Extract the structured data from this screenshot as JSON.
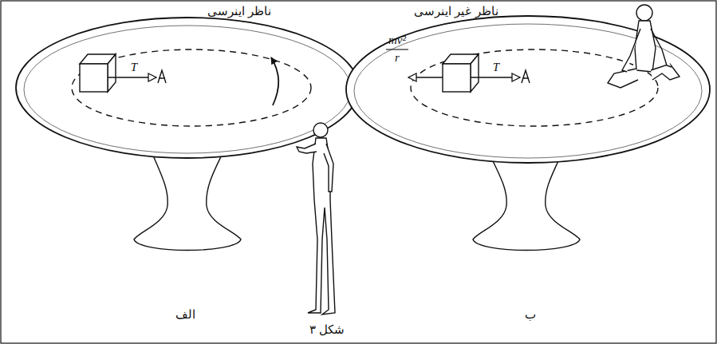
{
  "diagram": {
    "caption": "شکل ۳",
    "labels": [
      "ناظر اینرسی",
      "ناظر غیر اینرسی",
      "T",
      "mv²",
      "r",
      "T",
      "الف",
      "ب"
    ]
  }
}
